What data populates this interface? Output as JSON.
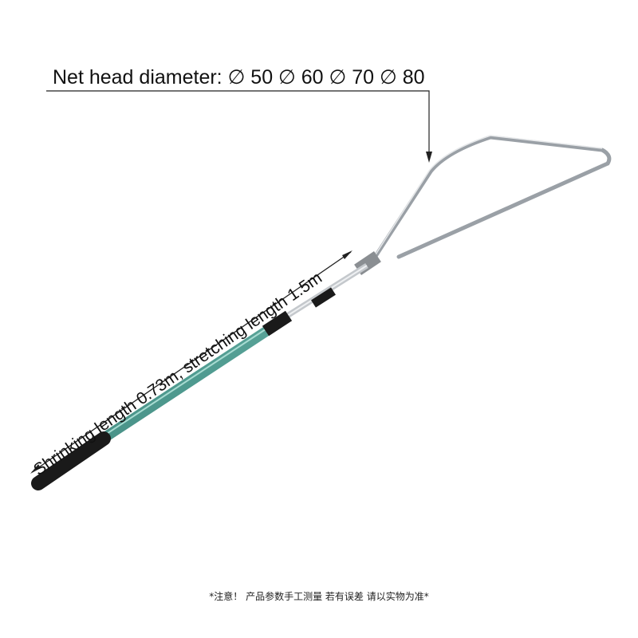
{
  "header": {
    "diameter_label": "Net head diameter: ∅ 50 ∅ 60 ∅ 70 ∅ 80"
  },
  "dimension": {
    "length_label": "Shrinking length 0.73m, stretching length 1.5m"
  },
  "footer": {
    "note": "*注意！ 产品参数手工测量 若有误差 请以实物为准*"
  },
  "colors": {
    "handle": "#1a1a1a",
    "pole_green": "#4f9a8f",
    "pole_silver": "#b8bcc0",
    "net_blue": "#4a6fd8",
    "net_red": "#d8404a",
    "net_yellow": "#f2ee30"
  }
}
